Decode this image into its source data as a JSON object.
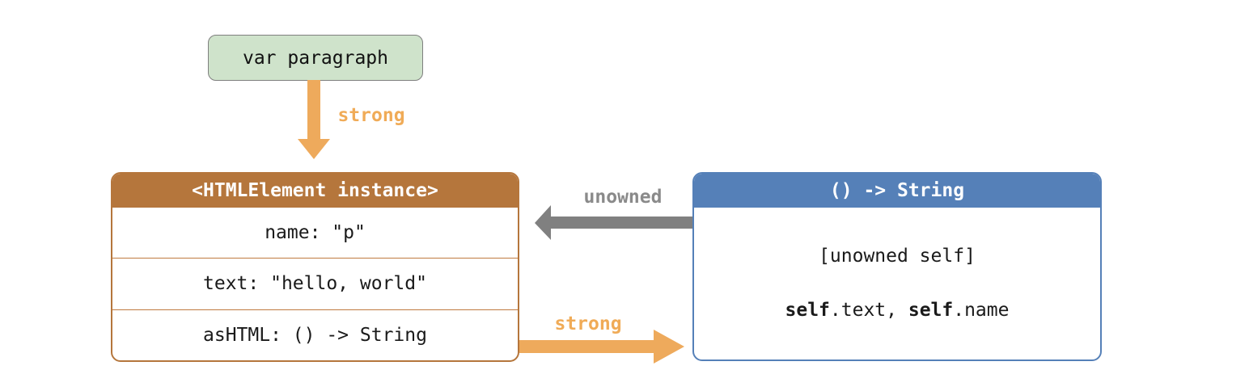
{
  "diagram": {
    "variable_box": {
      "label": "var paragraph"
    },
    "instance_box": {
      "title": "<HTMLElement instance>",
      "rows": [
        "name: \"p\"",
        "text: \"hello, world\"",
        "asHTML: () -> String"
      ]
    },
    "closure_box": {
      "title": "() -> String",
      "capture_list": "[unowned self]",
      "body": {
        "self1": "self",
        "member1": ".text, ",
        "self2": "self",
        "member2": ".name"
      }
    },
    "references": {
      "strong_top_label": "strong",
      "unowned_label": "unowned",
      "strong_bottom_label": "strong"
    },
    "colors": {
      "green_fill": "#cfe3cb",
      "green_border": "#7f7f7f",
      "orange_header": "#b5763c",
      "blue_header": "#5580b8",
      "arrow_orange": "#eeaa5c",
      "arrow_gray": "#808080",
      "label_orange": "#f0ab57",
      "label_gray": "#8a8a8a"
    }
  }
}
